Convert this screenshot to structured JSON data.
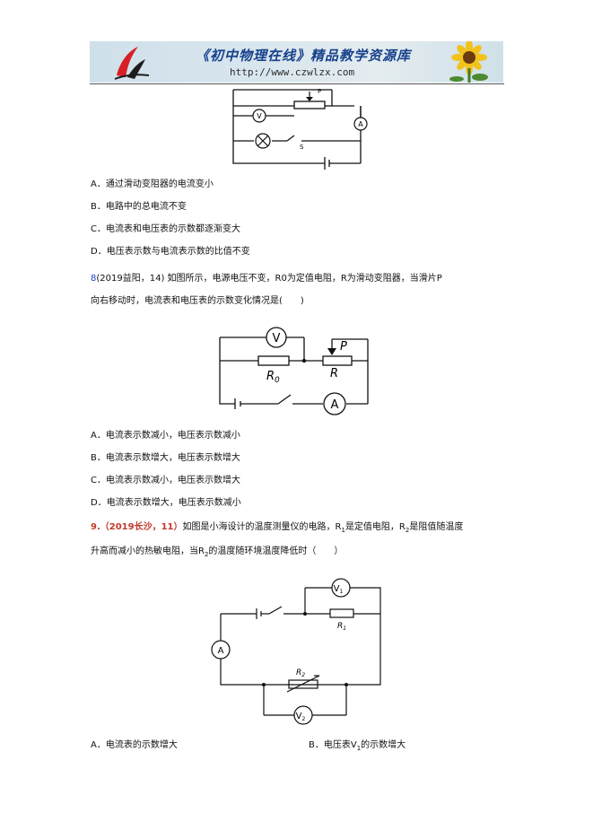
{
  "header": {
    "title": "《初中物理在线》精品教学资源库",
    "url": "http://www.czwlzx.com"
  },
  "q1": {
    "fig_labels": {
      "p": "P",
      "s": "S",
      "v": "V",
      "a": "A"
    },
    "options": [
      "A．通过滑动变阻器的电流变小",
      "B．电路中的总电流不变",
      "C．电流表和电压表的示数都逐渐变大",
      "D．电压表示数与电流表示数的比值不变"
    ]
  },
  "q8": {
    "number": "8",
    "line1": "(2019益阳，14) 如图所示，电源电压不变，R0为定值电阻，R为滑动变阻器，当滑片P",
    "line2": "向右移动时，电流表和电压表的示数变化情况是(　　)",
    "fig_labels": {
      "v": "V",
      "a": "A",
      "r0": "R",
      "r0_sub": "0",
      "r": "R",
      "p": "P"
    },
    "options": [
      "A．电流表示数减小，电压表示数减小",
      "B．电流表示数增大，电压表示数增大",
      "C．电流表示数减小，电压表示数增大",
      "D．电流表示数增大，电压表示数减小"
    ]
  },
  "q9": {
    "number": "9.",
    "source": "（2019长沙，11）",
    "line1_a": "如图是小海设计的温度测量仪的电路，R",
    "line1_sub1": "1",
    "line1_b": "是定值电阻，R",
    "line1_sub2": "2",
    "line1_c": "是阻值随温度",
    "line2_a": "升高而减小的热敏电阻，当R",
    "line2_sub": "2",
    "line2_b": "的温度随环境温度降低时（　　）",
    "fig_labels": {
      "v1": "V",
      "v1_sub": "1",
      "v2": "V",
      "v2_sub": "2",
      "a": "A",
      "r1": "R",
      "r1_sub": "1",
      "r2": "R",
      "r2_sub": "2"
    },
    "option_a": "A．电流表的示数增大",
    "option_b_a": "B．电压表V",
    "option_b_sub": "1",
    "option_b_b": "的示数增大"
  }
}
